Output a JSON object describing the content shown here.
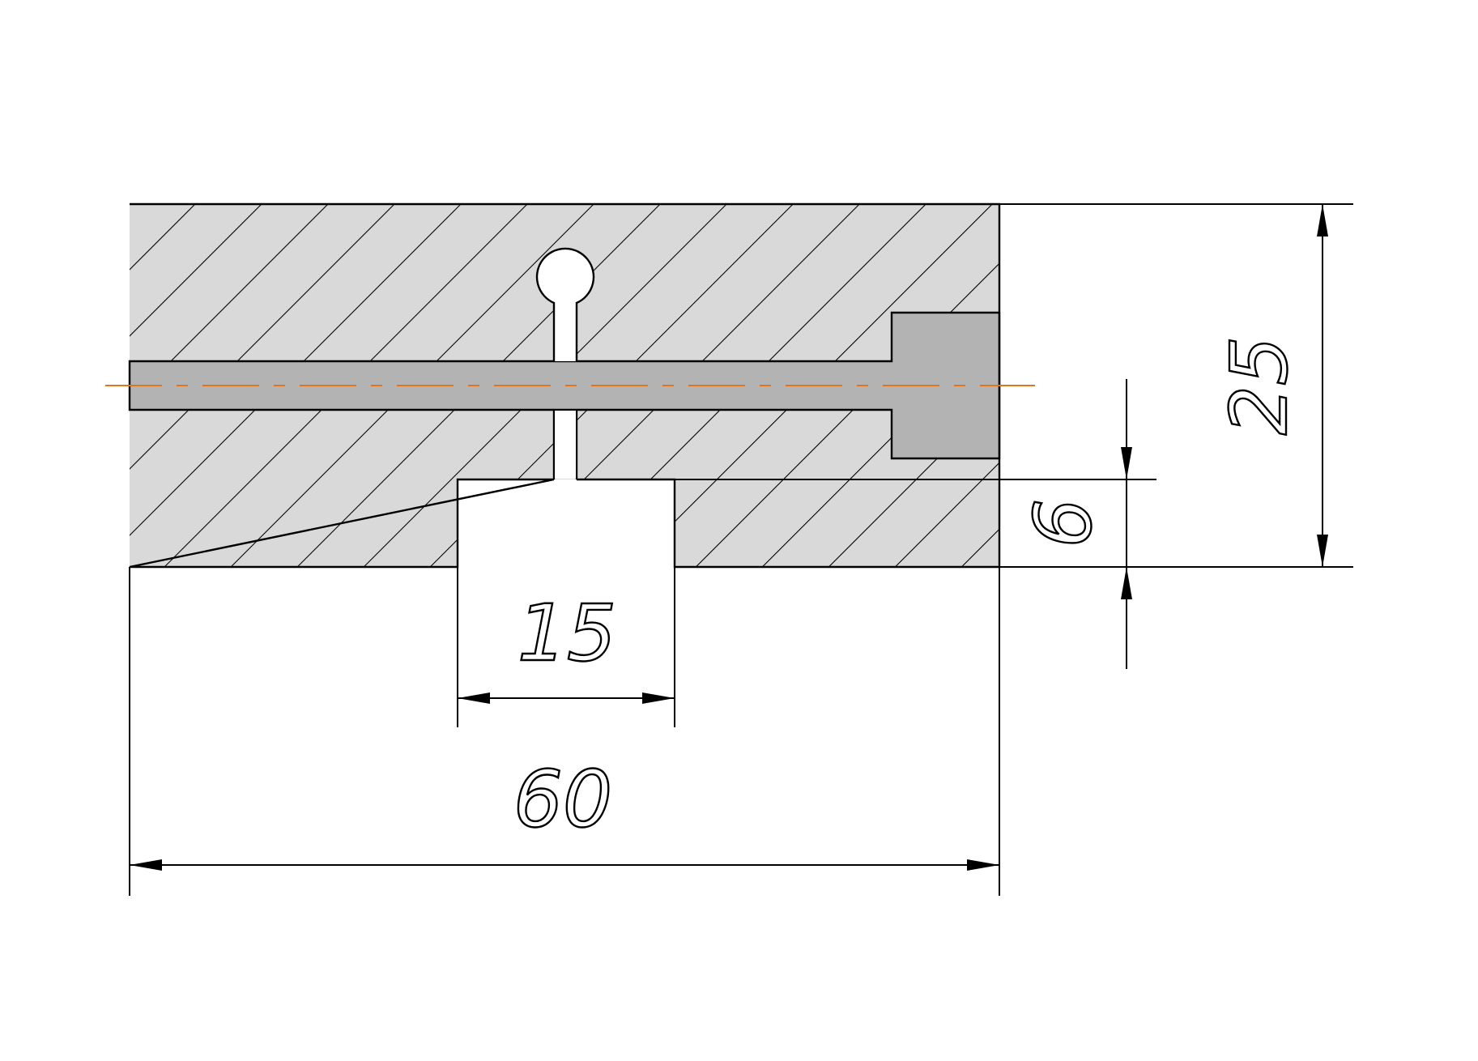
{
  "dimensions": {
    "overall_width": "60",
    "slot_width": "15",
    "slot_depth": "6",
    "overall_height": "25"
  },
  "colors": {
    "section_fill": "#d9d9d9",
    "bore_fill": "#b3b3b3",
    "line": "#000000",
    "centerline": "#e0761c"
  }
}
